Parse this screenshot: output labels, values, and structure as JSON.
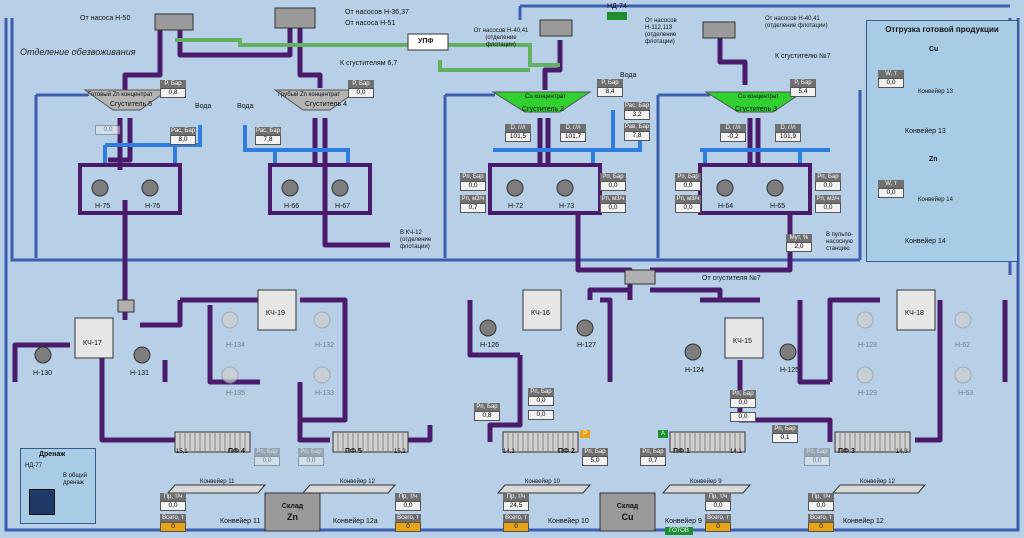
{
  "section_title": "Отделение обезвоживания",
  "top": {
    "from_n50": "От насоса Н-50",
    "from_n36_37": "От насосов Н-36,37",
    "from_n51": "От насоса Н-51",
    "upf": "УПФ",
    "to_thick_67": "К сгустителям 6,7",
    "from_n40_41_left": "От насосов Н-40,41 (отделение флотации)",
    "nd74": "НД-74",
    "from_n112_113": "От насосов Н-112,113 (отделение флотации)",
    "from_n40_41_right": "От насосов Н-40,41 (отделение флотации)",
    "to_thick_7": "К сгустителю №7"
  },
  "thickeners": [
    {
      "name": "Готовый Zn концентрат",
      "unit": "Сгуститель 5",
      "p_label": "P, Бар",
      "p_val": "0,8",
      "water": "Вода",
      "flow_label": "Рас, Бар",
      "flow_val": "8,0",
      "ghost_val": "0,0"
    },
    {
      "name": "Грубый Zn концентрат",
      "unit": "Сгуститель 4",
      "p_label": "P, Бар",
      "p_val": "0,0",
      "water": "Вода",
      "flow_label": "Рас, Бар",
      "flow_val": "7,8"
    },
    {
      "name": "Cu концентрат",
      "unit": "Сгуститель 2",
      "p_label": "P, Бар",
      "p_val": "8,4",
      "water": "Вода",
      "flow_label": "Рас, Бар",
      "flow_val": "3,2",
      "flow2_label": "Рав, Бар",
      "flow2_val": "7,8",
      "d1_label": "D, г/л",
      "d1_val": "101,5",
      "d2_label": "D, г/л",
      "d2_val": "101,7"
    },
    {
      "name": "Cu концентрат",
      "unit": "Сгуститель 3",
      "p_label": "P, Бар",
      "p_val": "5,4",
      "d1_label": "D, г/л",
      "d1_val": "-0,2",
      "d2_label": "D, г/л",
      "d2_val": "101,9"
    }
  ],
  "pumps": {
    "n75": "Н-75",
    "n76": "Н-76",
    "n66": "Н-66",
    "n67": "Н-67",
    "n72": "Н-72",
    "n73": "Н-73",
    "n64": "Н-64",
    "n65": "Н-65",
    "n130": "Н-130",
    "n131": "Н-131",
    "n134": "Н-134",
    "n132": "Н-132",
    "n135": "Н-135",
    "n133": "Н-133",
    "n126": "Н-126",
    "n127": "Н-127",
    "n124": "Н-124",
    "n125": "Н-125",
    "n128": "Н-128",
    "n62": "Н-62",
    "n129": "Н-129",
    "n63": "Н-63"
  },
  "readings": {
    "pb_label": "Рп, Бар",
    "q_label": "Рп, м3/ч",
    "n72_p": "0,0",
    "n72_q": "0,7",
    "n73_p": "0,0",
    "n73_q": "0,0",
    "n64_p": "0,0",
    "n64_q": "0,0",
    "n65_p": "0,0",
    "n65_q": "0,0",
    "kch12": "В КЧ-12 (отделение флотации)",
    "mass_label": "Мут, %",
    "mass_val": "2,0",
    "to_pump_station": "В пульпо-насосную станцию",
    "from_thick7": "От сгустителя №7"
  },
  "tanks": {
    "kch17": "КЧ-17",
    "kch19": "КЧ-19",
    "kch16": "КЧ-16",
    "kch15": "КЧ-15",
    "kch18": "КЧ-18"
  },
  "filters": [
    {
      "name": "ПФ 4",
      "left": "15,1",
      "right": "",
      "p_label": "Рп, Бар",
      "p_val": "0,0"
    },
    {
      "name": "ПФ 5",
      "left": "",
      "right": "15,2",
      "p_label": "Рп, Бар",
      "p_val": "0,0"
    },
    {
      "name": "ПФ 2",
      "left": "14,2",
      "right": "",
      "p_label": "Рп, Бар",
      "p_val": "5,0"
    },
    {
      "name": "ПФ 1",
      "left": "",
      "right": "14,1",
      "p_label": "Рп, Бар",
      "p_val": "0,7"
    },
    {
      "name": "ПФ 3",
      "left": "",
      "right": "14,3",
      "p_label": "Рп, Бар",
      "p_val": "0,0"
    }
  ],
  "filter_p_mid": {
    "label": "Рп, Бар",
    "val1": "0,8",
    "val2": "0,0",
    "val3": "0,0",
    "val4": "0,1"
  },
  "conveyors": {
    "c11": "Конвейер 11",
    "c12a_belt": "Конвейер 12",
    "c12a": "Конвейер 12а",
    "c10": "Конвейер 10",
    "c9": "Конвейер 9",
    "c12": "Конвейер 12",
    "c12_belt": "Конвейер 12",
    "pr_label": "Пр, т/ч",
    "total_label": "Всего, т",
    "c11_pr": "0,0",
    "c11_total": "0",
    "c12a_pr": "0,0",
    "c12a_total": "0",
    "c10_pr": "24,5",
    "c10_total": "0",
    "c9_pr": "0,0",
    "c9_total": "0",
    "c12_pr": "0,0",
    "c12_total": "0",
    "ready": "ГОТОВ"
  },
  "stores": {
    "zn_title": "Склад",
    "zn": "Zn",
    "cu_title": "Склад",
    "cu": "Cu"
  },
  "shipment": {
    "title": "Отгрузка готовой продукции",
    "cu": "Cu",
    "zn": "Zn",
    "w_label": "W, т",
    "w_cu": "0,0",
    "w_zn": "0,0",
    "c13_belt": "Конвейер 13",
    "c13": "Конвейер 13",
    "c14_belt": "Конвейер 14",
    "c14": "Конвейер 14"
  },
  "drain": {
    "title": "Дренаж",
    "unit": "НД-77",
    "dest": "В общий дренаж"
  },
  "colors": {
    "background": "#b7d0e8",
    "pulp_pipe": "#4a1b6b",
    "water_pipe": "#2f7de0",
    "green_pipe": "#63b061",
    "thickener": "#b4b4b4",
    "cu_thickener": "#2fd02f",
    "status_green": "#1d8f2e"
  }
}
